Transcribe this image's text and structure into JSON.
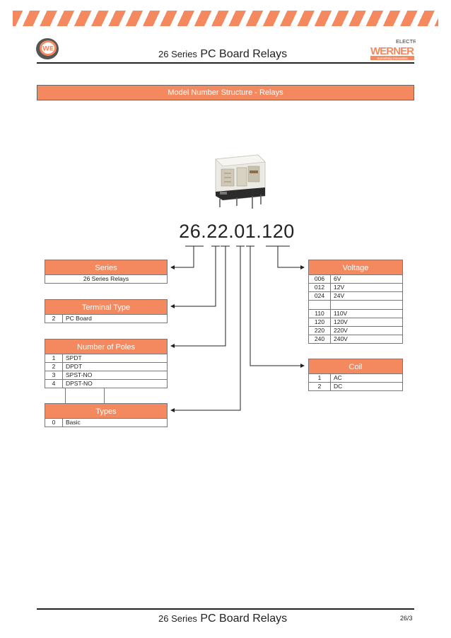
{
  "header": {
    "series_small": "26 Series",
    "title_big": "PC Board Relays",
    "brand_top": "ELECTRIC",
    "brand_name": "WERNER",
    "brand_tagline": "Something Innovative",
    "logo_letters": "WE"
  },
  "banner": {
    "title": "Model Number Structure - Relays"
  },
  "part_number": "26.22.01.120",
  "series": {
    "title": "Series",
    "rows": [
      {
        "value": "26 Series Relays"
      }
    ]
  },
  "terminal_type": {
    "title": "Terminal Type",
    "rows": [
      {
        "code": "2",
        "label": "PC Board"
      }
    ]
  },
  "poles": {
    "title": "Number of Poles",
    "rows": [
      {
        "code": "1",
        "label": "SPDT"
      },
      {
        "code": "2",
        "label": "DPDT"
      },
      {
        "code": "3",
        "label": "SPST-NO"
      },
      {
        "code": "4",
        "label": "DPST-NO"
      }
    ]
  },
  "types": {
    "title": "Types",
    "rows": [
      {
        "code": "0",
        "label": "Basic"
      }
    ]
  },
  "voltage": {
    "title": "Voltage",
    "rows": [
      {
        "code": "006",
        "label": "6V"
      },
      {
        "code": "012",
        "label": "12V"
      },
      {
        "code": "024",
        "label": "24V"
      },
      {
        "code": "",
        "label": ""
      },
      {
        "code": "110",
        "label": "110V"
      },
      {
        "code": "120",
        "label": "120V"
      },
      {
        "code": "220",
        "label": "220V"
      },
      {
        "code": "240",
        "label": "240V"
      }
    ]
  },
  "coil": {
    "title": "Coil",
    "rows": [
      {
        "code": "1",
        "label": "AC"
      },
      {
        "code": "2",
        "label": "DC"
      }
    ]
  },
  "footer": {
    "series_small": "26 Series",
    "title_big": "PC Board Relays",
    "page": "26/3"
  },
  "colors": {
    "accent": "#f4895f",
    "line": "#222222"
  }
}
